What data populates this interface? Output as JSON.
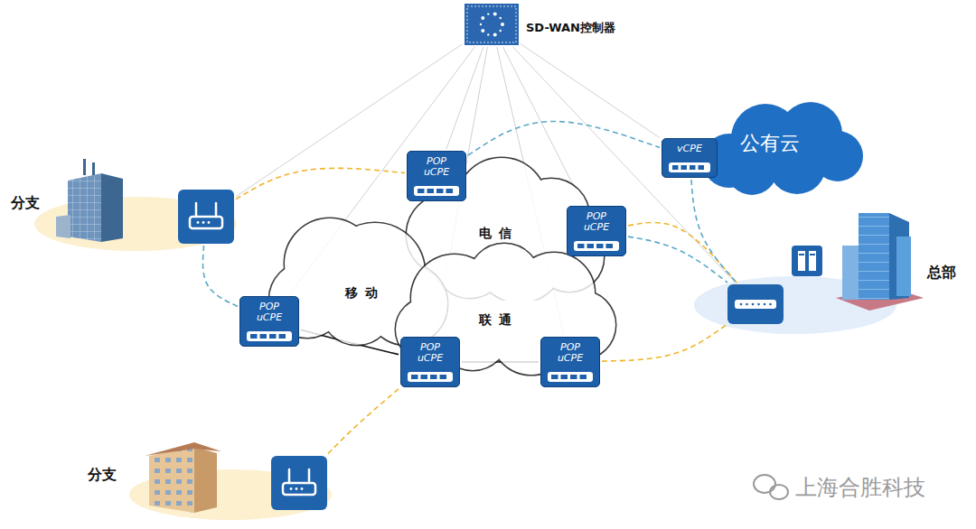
{
  "diagram": {
    "nodes": [
      {
        "text": [
          "SD-WAN控制器"
        ]
      },
      {
        "text": [
          "分支"
        ]
      },
      {
        "text": [
          "POP uCPE"
        ]
      },
      {
        "text": [
          "vCPE"
        ]
      },
      {
        "text": [
          "公有云"
        ]
      },
      {
        "text": [
          "电信"
        ]
      },
      {
        "text": [
          "POP uCPE"
        ]
      },
      {
        "text": [
          "移动"
        ]
      },
      {
        "text": [
          "POP uCPE"
        ]
      },
      {
        "text": [
          "联通"
        ]
      },
      {
        "text": [
          "POP uCPE"
        ]
      },
      {
        "text": [
          "POP uCPE"
        ]
      },
      {
        "text": [
          "总部"
        ]
      },
      {
        "text": [
          "分支"
        ]
      }
    ],
    "edges": [
      {
        "from": 0,
        "to": 1,
        "arrow": "none"
      },
      {
        "from": 0,
        "to": 2,
        "arrow": "none"
      },
      {
        "from": 0,
        "to": 3,
        "arrow": "none"
      },
      {
        "from": 0,
        "to": 6,
        "arrow": "none"
      },
      {
        "from": 0,
        "to": 8,
        "arrow": "none"
      },
      {
        "from": 0,
        "to": 10,
        "arrow": "none"
      },
      {
        "from": 0,
        "to": 11,
        "arrow": "none"
      },
      {
        "from": 0,
        "to": 12,
        "arrow": "none"
      },
      {
        "from": 1,
        "to": 2,
        "arrow": "none"
      },
      {
        "from": 1,
        "to": 8,
        "arrow": "none"
      },
      {
        "from": 2,
        "to": 3,
        "arrow": "none"
      },
      {
        "from": 6,
        "to": 12,
        "arrow": "none"
      },
      {
        "from": 6,
        "to": 12,
        "arrow": "none"
      },
      {
        "from": 3,
        "to": 12,
        "arrow": "none"
      },
      {
        "from": 11,
        "to": 12,
        "arrow": "none"
      },
      {
        "from": 10,
        "to": 13,
        "arrow": "none"
      },
      {
        "from": 8,
        "to": 10,
        "arrow": "none"
      },
      {
        "from": 10,
        "to": 11,
        "arrow": "none"
      }
    ],
    "labels": [
      "上海合胜科技"
    ]
  }
}
